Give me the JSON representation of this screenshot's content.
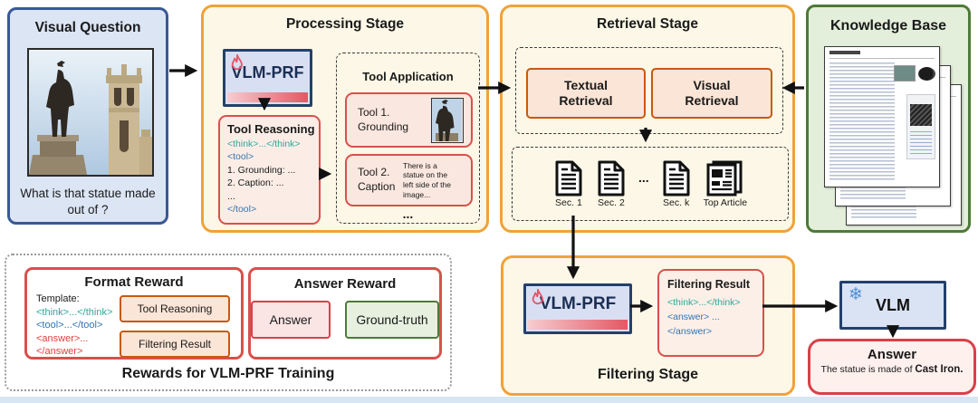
{
  "palette": {
    "stage_border": "#F0A23A",
    "stage_bg": "#FCF7E6",
    "question_border": "#3A5894",
    "question_bg": "#DBE5F4",
    "kb_border": "#4E7A38",
    "kb_bg": "#E3EFDA",
    "red_border": "#D9504C",
    "navy_border": "#24406B",
    "model_bg": "#D9DFF2",
    "teal_tag": "#2AA99C",
    "blue_tag": "#2E75B6",
    "red_tag": "#E0413C",
    "chip_border": "#C55A11",
    "chip_bg": "#FBE5D6"
  },
  "icons": {
    "trainable_badge": "flame-icon",
    "frozen_badge": "snowflake-icon",
    "snowflake_glyph": "❄",
    "retrieved_doc": "document-icon",
    "top_article": "newspaper-icon"
  },
  "visual_question": {
    "title": "Visual Question",
    "question": "What is that statue made out of ?"
  },
  "processing_stage": {
    "title": "Processing Stage",
    "vlm_prf_label": "VLM-PRF",
    "tool_reasoning": {
      "title": "Tool Reasoning",
      "lines": [
        {
          "text": "<think>...</think>"
        },
        {
          "text": "<tool>"
        },
        {
          "text": "1. Grounding: ..."
        },
        {
          "text": "2. Caption: ..."
        },
        {
          "text": "..."
        },
        {
          "text": "</tool>"
        }
      ]
    },
    "tool_application": {
      "title": "Tool Application",
      "tools": [
        {
          "line1": "Tool 1.",
          "line2": "Grounding"
        },
        {
          "line1": "Tool 2.",
          "line2": "Caption",
          "caption": "There is a statue on the left side of the image..."
        }
      ],
      "ellipsis": "..."
    }
  },
  "retrieval_stage": {
    "title": "Retrieval Stage",
    "textual_label": "Textual Retrieval",
    "visual_label": "Visual Retrieval",
    "docs": [
      "Sec. 1",
      "Sec. 2",
      "Sec. k"
    ],
    "ellipsis": "...",
    "top_article_label": "Top Article"
  },
  "knowledge_base": {
    "title": "Knowledge Base"
  },
  "rewards": {
    "caption": "Rewards for VLM-PRF Training",
    "format_reward": {
      "title": "Format Reward",
      "template_label": "Template:",
      "think_tag": "<think>...</think>",
      "tool_tag": "<tool>...</tool>",
      "answer_tag": "<answer>...</answer>",
      "chips": [
        "Tool Reasoning",
        "Filtering Result"
      ]
    },
    "answer_reward": {
      "title": "Answer Reward",
      "answer_label": "Answer",
      "ground_truth_label": "Ground-truth"
    }
  },
  "filtering_stage": {
    "title": "Filtering Stage",
    "vlm_prf_label": "VLM-PRF",
    "filtering_result": {
      "title": "Filtering Result",
      "think_tag": "<think>...</think>",
      "answer_open": "<answer> ...",
      "answer_close": "</answer>"
    }
  },
  "vlm": {
    "label": "VLM"
  },
  "final_answer": {
    "title": "Answer",
    "sentence_prefix": "The statue is made of ",
    "sentence_bold": "Cast Iron."
  }
}
